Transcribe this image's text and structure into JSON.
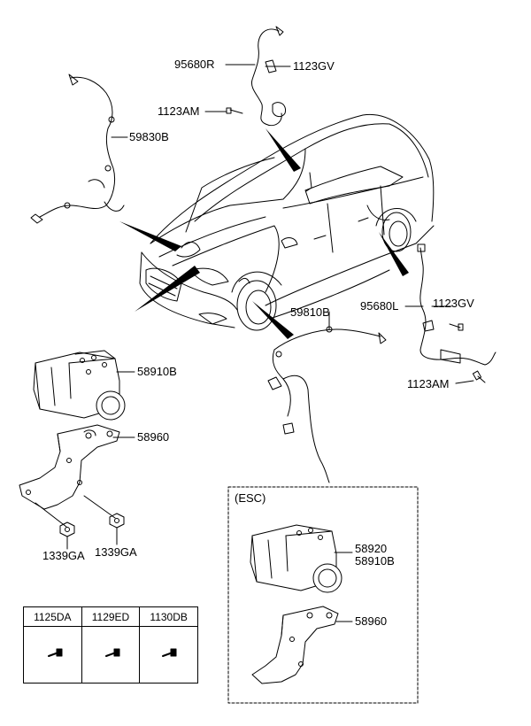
{
  "labels": {
    "front_right_sensor": "95680R",
    "bolt_upper_right": "1123GV",
    "bolt_upper_right_am": "1123AM",
    "front_left_cable": "59830B",
    "abs_unit": "58910B",
    "abs_bracket": "58960",
    "nut_left": "1339GA",
    "nut_right": "1339GA",
    "rear_cable": "59810B",
    "rear_left_sensor": "95680L",
    "bolt_lower_right": "1123GV",
    "bolt_lower_right_am": "1123AM",
    "esc_unit_a": "58920",
    "esc_unit_b": "58910B",
    "esc_bracket": "58960"
  },
  "esc_box": {
    "title": "(ESC)"
  },
  "parts_table": {
    "headers": [
      "1125DA",
      "1129ED",
      "1130DB"
    ]
  }
}
